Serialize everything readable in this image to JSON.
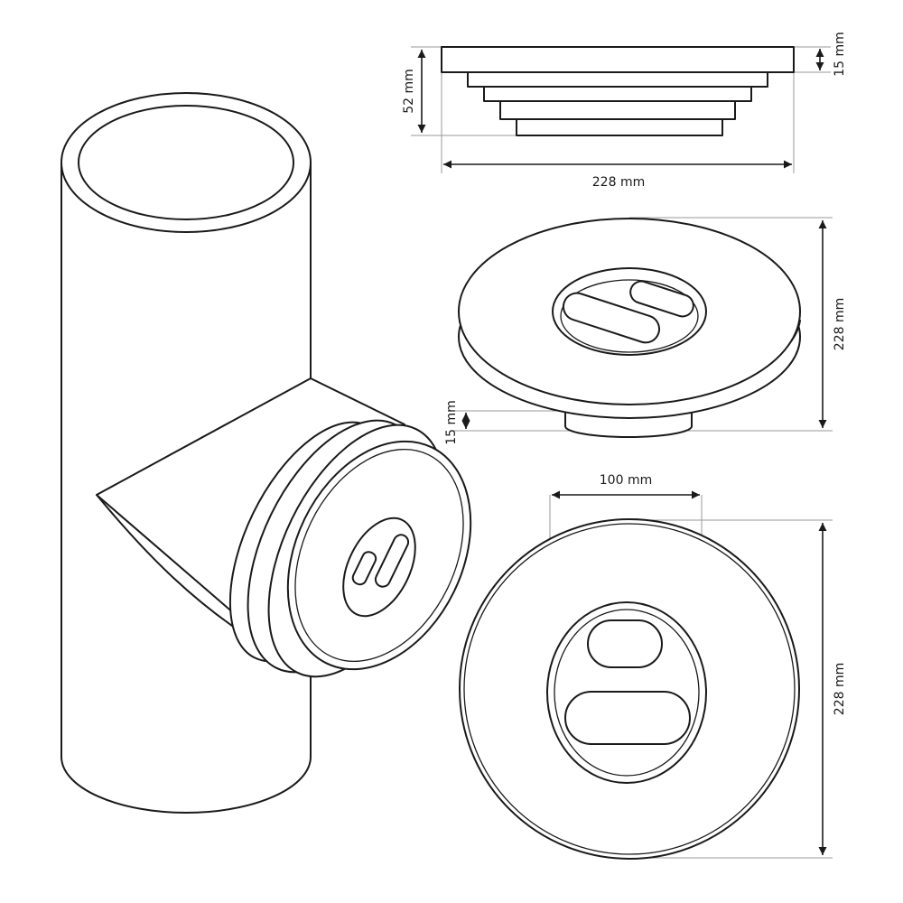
{
  "dimensions": {
    "top_view_height": "52 mm",
    "top_view_flange": "15 mm",
    "top_view_width": "228 mm",
    "perspective_diameter": "228 mm",
    "perspective_flange": "15 mm",
    "front_opening_width": "100 mm",
    "front_diameter": "228 mm"
  }
}
